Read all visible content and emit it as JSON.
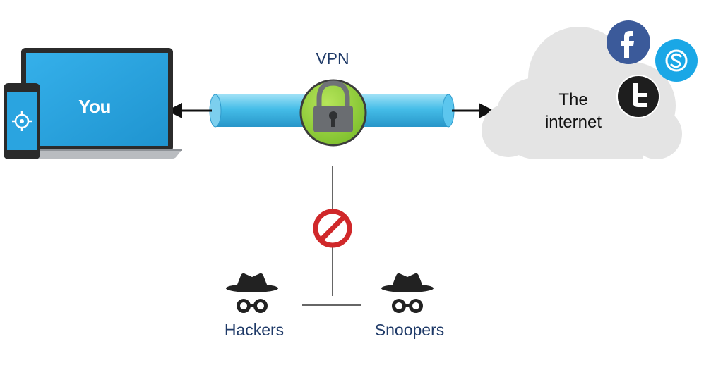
{
  "nodes": {
    "you": {
      "label": "You"
    },
    "vpn": {
      "label": "VPN"
    },
    "internet": {
      "line1": "The",
      "line2": "internet"
    },
    "hackers": {
      "label": "Hackers"
    },
    "snoopers": {
      "label": "Snoopers"
    }
  },
  "icons": {
    "laptop": "laptop-icon",
    "phone": "smartphone-icon",
    "lock": "padlock-icon",
    "blocked": "no-entry-icon",
    "spy": "spy-incognito-icon",
    "cloud": "cloud-icon",
    "facebook": "facebook-icon",
    "skype": "skype-icon",
    "twitter": "twitter-icon"
  },
  "colors": {
    "screen_blue": "#2aa4e0",
    "tunnel_blue": "#45bde8",
    "lock_green": "#8fce3a",
    "block_red": "#d0282a",
    "facebook_blue": "#3b5a9a",
    "skype_blue": "#1aa7e6",
    "cloud_gray": "#e6e6e6",
    "label_navy": "#1f3a68"
  }
}
